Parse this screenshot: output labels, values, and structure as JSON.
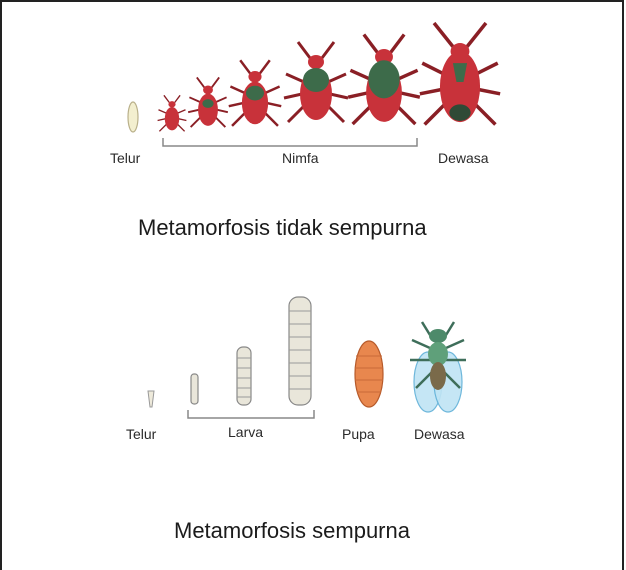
{
  "incomplete": {
    "stage_egg": "Telur",
    "stage_nymph": "Nimfa",
    "stage_adult": "Dewasa",
    "caption": "Metamorfosis tidak sempurna"
  },
  "complete": {
    "stage_egg": "Telur",
    "stage_larva": "Larva",
    "stage_pupa": "Pupa",
    "stage_adult": "Dewasa",
    "caption": "Metamorfosis sempurna"
  },
  "colors": {
    "bug_red": "#c8323a",
    "bug_green": "#3d6b4a",
    "bug_dark": "#8a1f25",
    "larva": "#e9e6da",
    "pupa": "#e8874e",
    "fly_blue": "#7fc7e6",
    "fly_body": "#7a6a4a"
  }
}
